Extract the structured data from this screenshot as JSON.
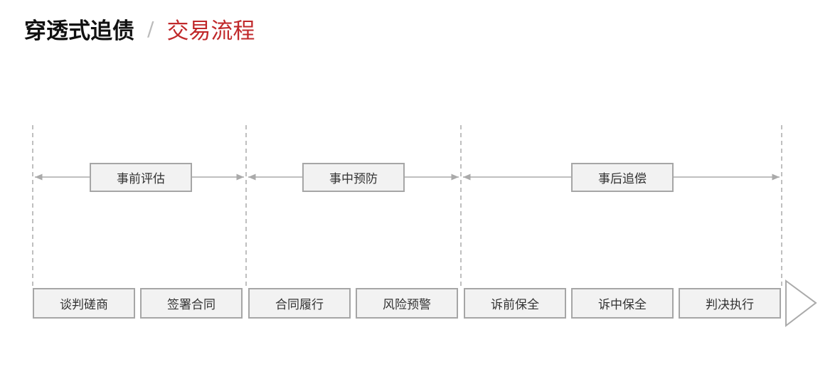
{
  "header": {
    "title": "穿透式追债",
    "separator": "/",
    "subtitle": "交易流程"
  },
  "phases": [
    "事前评估",
    "事中预防",
    "事后追偿"
  ],
  "steps": [
    "谈判磋商",
    "签署合同",
    "合同履行",
    "风险预警",
    "诉前保全",
    "诉中保全",
    "判决执行"
  ],
  "colors": {
    "accent": "#c0292b",
    "box_fill": "#f2f2f2",
    "border": "#a6a6a6"
  }
}
